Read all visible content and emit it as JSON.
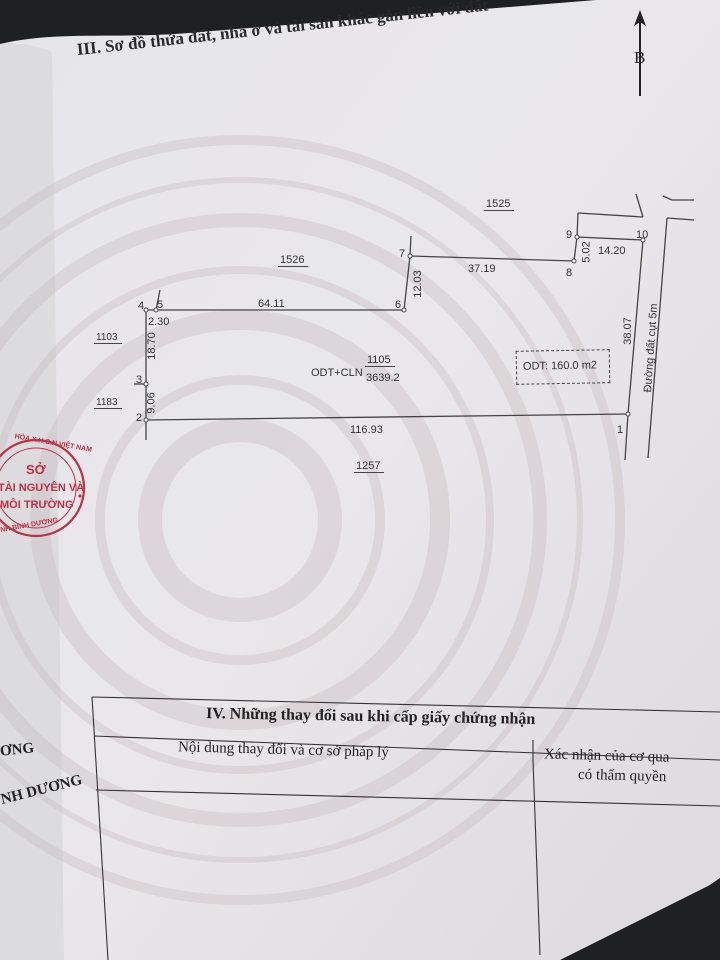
{
  "document": {
    "section_iii_title": "III. Sơ đồ thửa đất, nhà ở và tài sản khác gắn liền với đất",
    "north_arrow_label": "B"
  },
  "plot": {
    "land_use_code": "ODT+CLN",
    "parcel_number": "1105",
    "area": "3639.2",
    "residential_box": "ODT: 160.0 m2",
    "road_label": "Đường đất cụt 5m",
    "neighbors": [
      {
        "id": "1525"
      },
      {
        "id": "1526"
      },
      {
        "id": "1103"
      },
      {
        "id": "1183"
      },
      {
        "id": "1257"
      }
    ],
    "points": [
      "1",
      "2",
      "3",
      "4",
      "5",
      "6",
      "7",
      "8",
      "9",
      "10"
    ],
    "edges": [
      {
        "from": "1",
        "to": "2",
        "length": "116.93"
      },
      {
        "from": "2",
        "to": "3",
        "length": "9.06"
      },
      {
        "from": "3",
        "to": "4",
        "length": "18.70"
      },
      {
        "from": "4",
        "to": "5",
        "length": "2.30"
      },
      {
        "from": "5",
        "to": "6",
        "length": "64.11"
      },
      {
        "from": "6",
        "to": "7",
        "length": "12.03"
      },
      {
        "from": "7",
        "to": "8",
        "length": "37.19"
      },
      {
        "from": "8",
        "to": "9",
        "length": "5.02"
      },
      {
        "from": "9",
        "to": "10",
        "length": "14.20"
      },
      {
        "from": "10",
        "to": "1",
        "length": "38.07"
      }
    ]
  },
  "stamp": {
    "top_arc": "HÒA X.H.C.N VIỆT NAM",
    "line1": "SỞ",
    "line2": "TÀI NGUYÊN VÀ",
    "line3": "MÔI TRƯỜNG",
    "bottom_arc": "NH BÌNH DƯƠNG",
    "color": "#c03040"
  },
  "section_iv": {
    "title": "IV. Những thay đổi sau khi cấp giấy chứng nhận",
    "col1_header": "Nội dung thay đổi và cơ sở pháp lý",
    "col2_header_line1": "Xác nhận của cơ qua",
    "col2_header_line2": "có thẩm quyền"
  },
  "left_page_fragments": {
    "line1": "ƠNG",
    "line2": "NH DƯƠNG"
  }
}
